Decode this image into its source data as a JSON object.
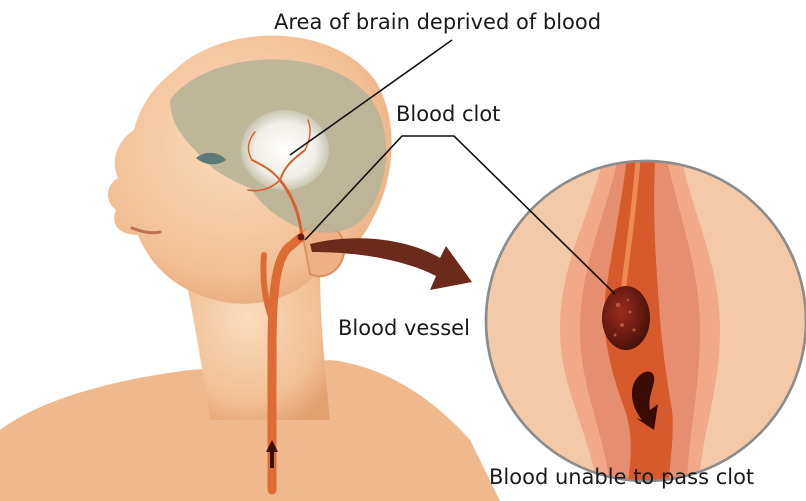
{
  "labels": {
    "area": "Area of brain deprived of blood",
    "clot": "Blood clot",
    "vessel": "Blood vessel",
    "unable": "Blood unable to pass clot"
  },
  "colors": {
    "skin": "#f5c9a0",
    "skin_shadow": "#e8a97a",
    "brain": "#b9b59a",
    "ischemia": "#f2efe6",
    "vessel": "#e0703a",
    "vessel_dark": "#c4552a",
    "circle_bg": "#f3c8a6",
    "clot": "#6a1a10",
    "arrow": "#6b2a1a",
    "leader": "#111111"
  }
}
